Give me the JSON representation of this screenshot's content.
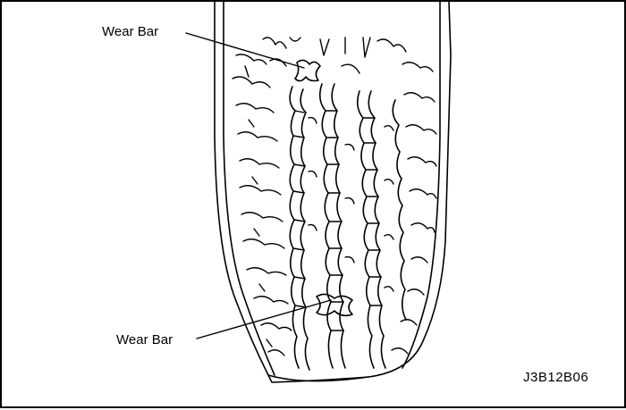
{
  "labels": {
    "wear_bar_top": "Wear Bar",
    "wear_bar_bottom": "Wear Bar"
  },
  "figure_id": "J3B12B06",
  "colors": {
    "ink": "#000000",
    "paper": "#ffffff"
  }
}
